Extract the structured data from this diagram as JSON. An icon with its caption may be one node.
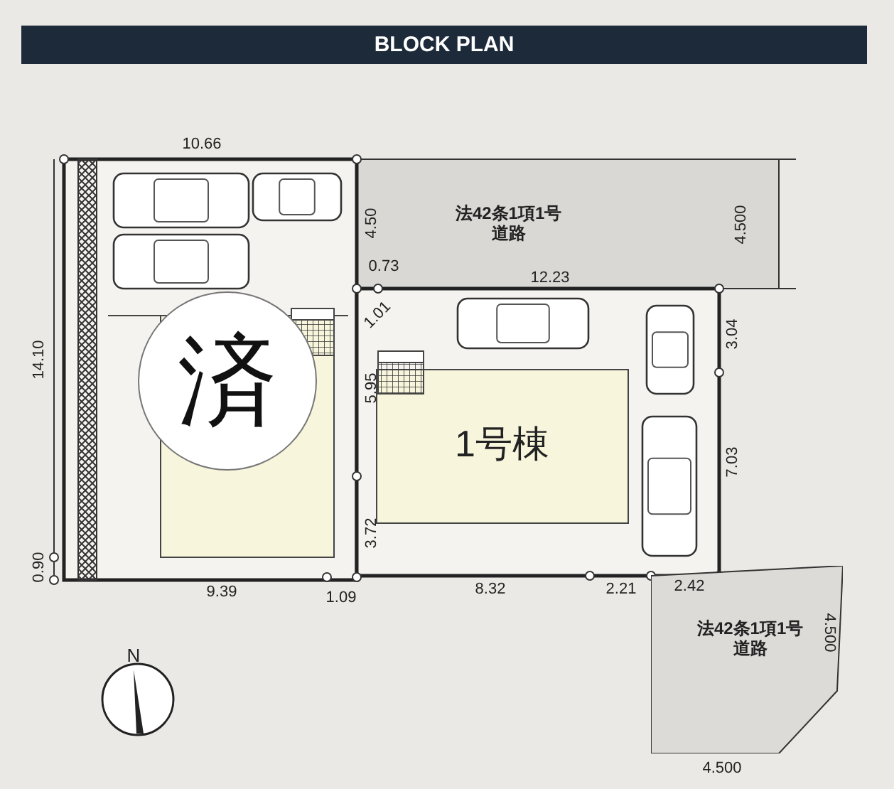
{
  "diagram": {
    "title": "BLOCK PLAN",
    "nodes": [
      {
        "text": [
          "法42条1項1号道路"
        ]
      },
      {
        "text": [
          "済"
        ]
      },
      {
        "text": [
          "1号棟"
        ]
      },
      {
        "text": [
          "法42条1項1号道路"
        ]
      }
    ],
    "labels": [
      "10.66",
      "4.50",
      "4.500",
      "0.73",
      "12.23",
      "1.01",
      "3.04",
      "14.10",
      "5.95",
      "7.03",
      "3.72",
      "0.90",
      "9.39",
      "1.09",
      "8.32",
      "2.21",
      "2.42",
      "4.500",
      "4.500",
      "N"
    ]
  }
}
